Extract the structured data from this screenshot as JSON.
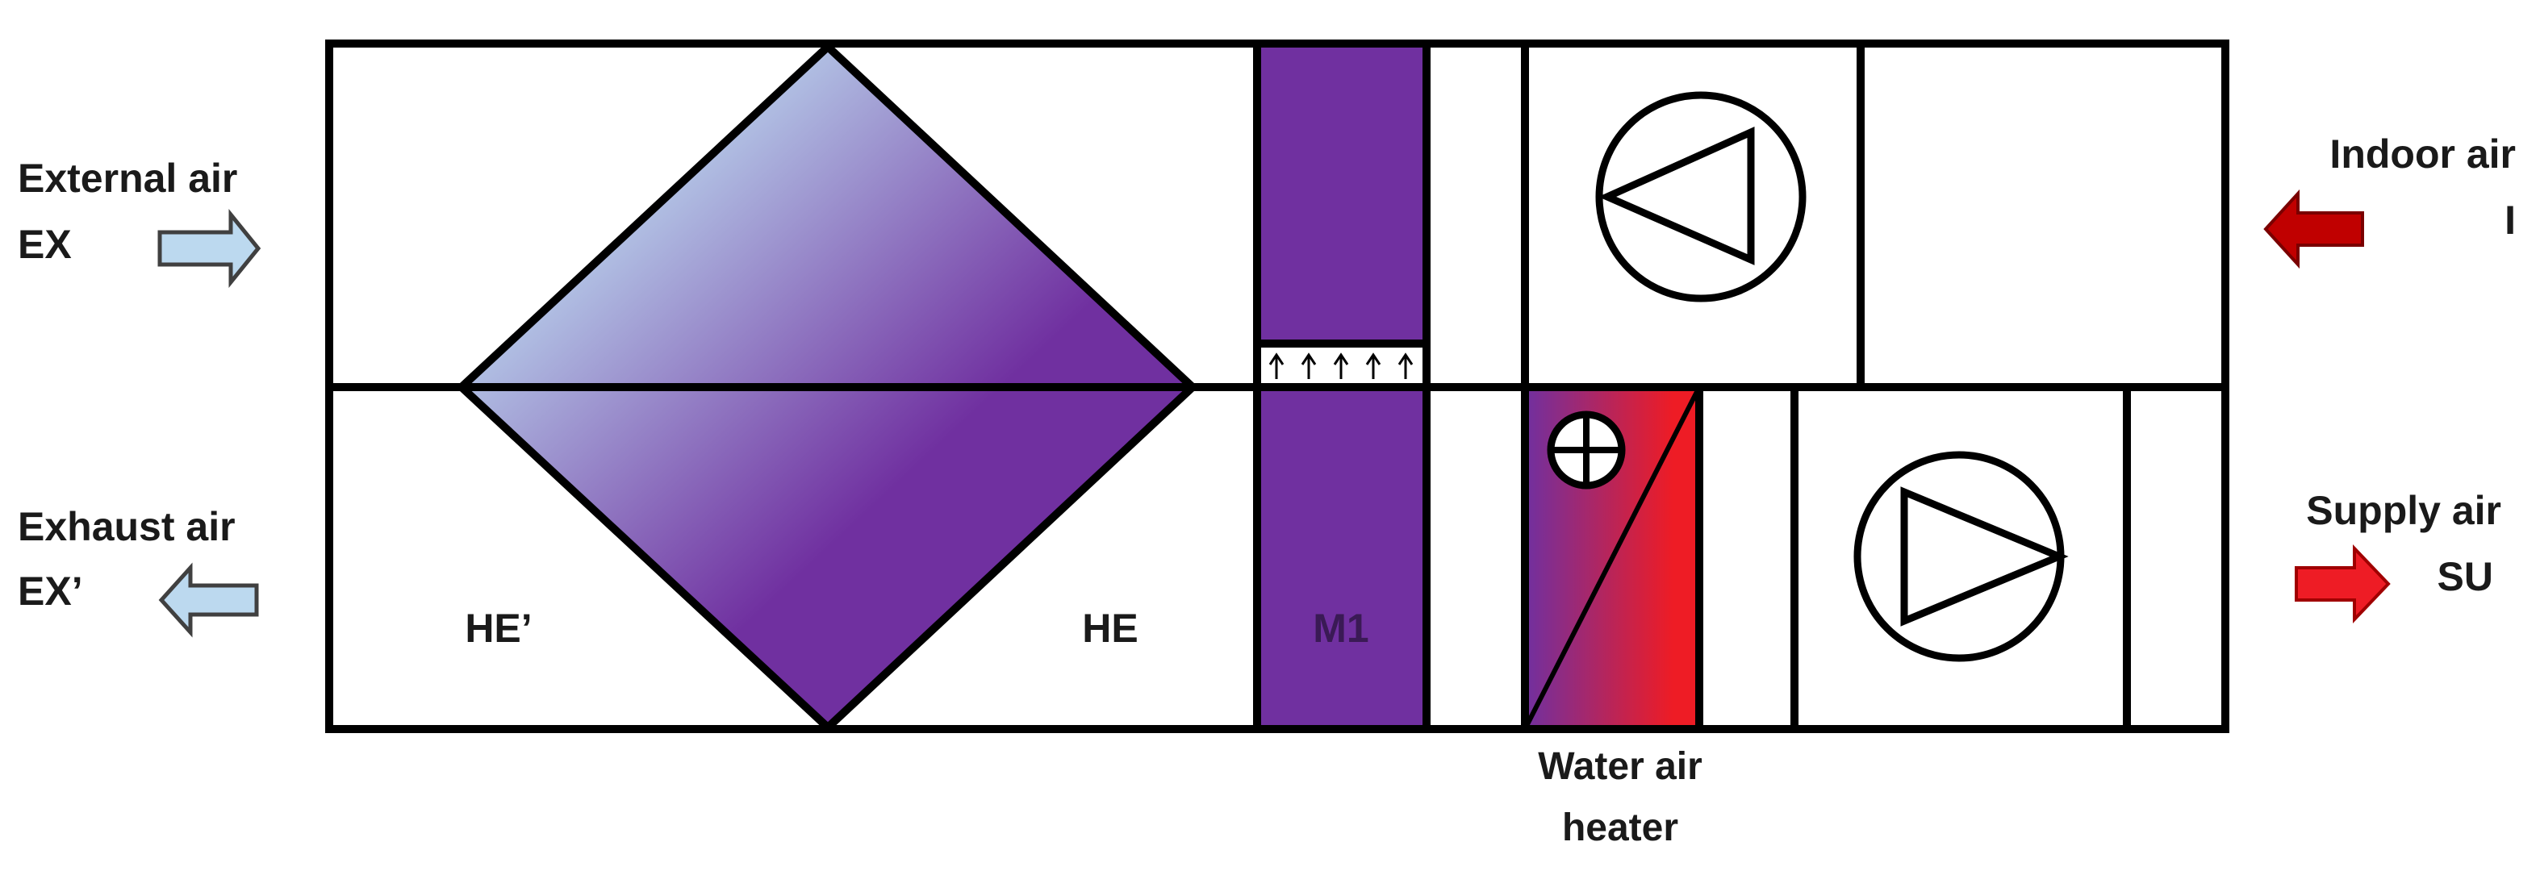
{
  "labels": {
    "external_air": "External air",
    "external_air_code": "EX",
    "exhaust_air": "Exhaust air",
    "exhaust_air_code": "EX’",
    "indoor_air": "Indoor air",
    "indoor_air_code": "I",
    "supply_air": "Supply air",
    "supply_air_code": "SU",
    "heat_exchanger_in": "HE’",
    "heat_exchanger_out": "HE",
    "module": "M1",
    "heater_line1": "Water air",
    "heater_line2": "heater"
  },
  "colors": {
    "outline": "#000000",
    "heat_exchanger_light": "#bcd9ef",
    "heat_exchanger_dark": "#7030a0",
    "module": "#7030a0",
    "heater_start": "#7030a0",
    "heater_end": "#ee1c25",
    "external_arrow": "#bcd9ef",
    "indoor_arrow": "#c00000",
    "supply_arrow": "#ee1c25"
  },
  "icons": [
    "fan-icon",
    "fan-icon",
    "plus-icon",
    "arrow-right-icon",
    "arrow-left-icon"
  ]
}
